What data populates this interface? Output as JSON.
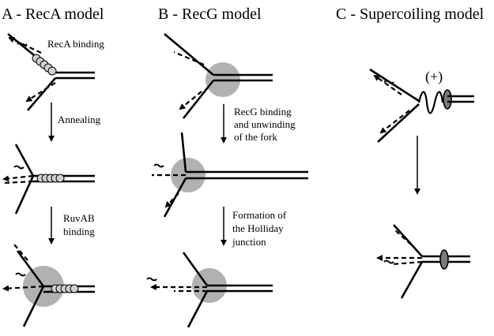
{
  "panels": {
    "a": {
      "title": "A - RecA model",
      "step1": "RecA binding",
      "step2": "Annealing",
      "step3a": "RuvAB",
      "step3b": "binding"
    },
    "b": {
      "title": "B - RecG model",
      "step1a": "RecG binding",
      "step1b": "and unwinding",
      "step1c": "of the fork",
      "step2a": "Formation of",
      "step2b": "the Holliday",
      "step2c": "junction"
    },
    "c": {
      "title": "C - Supercoiling model",
      "symbol": "(+)"
    }
  },
  "colors": {
    "protein": "#a9a9a9",
    "recA_bead": "#cfcfcf",
    "dark_protein": "#7a7a7a"
  }
}
